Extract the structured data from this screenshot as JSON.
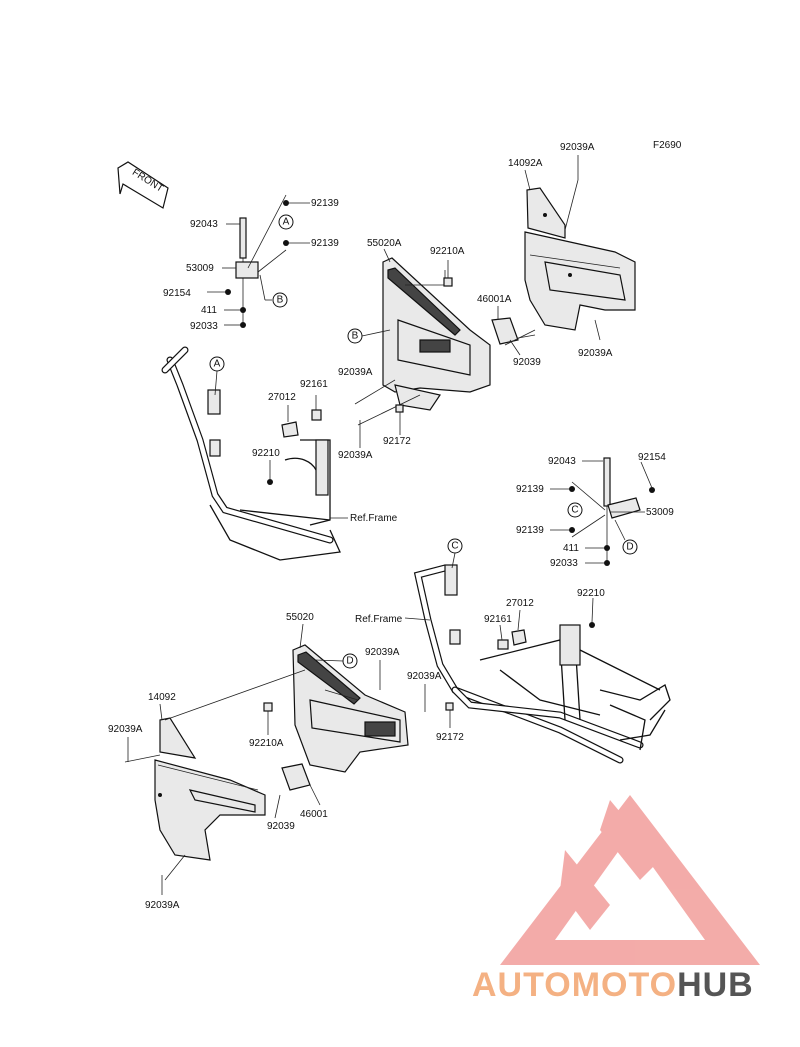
{
  "figure_code": "F2690",
  "front_label": "FRONT",
  "ref_frame_label": "Ref.Frame",
  "callouts": [
    "A",
    "B",
    "C",
    "D"
  ],
  "labels": {
    "p92139_a": "92139",
    "p92043_a": "92043",
    "p92139_b": "92139",
    "p53009_a": "53009",
    "p92154_a": "92154",
    "p411_a": "411",
    "p92033_a": "92033",
    "p55020A": "55020A",
    "p92210A_a": "92210A",
    "p46001A": "46001A",
    "p92039_a": "92039",
    "p92039A_mid": "92039A",
    "p92039A_low": "92039A",
    "p92172_a": "92172",
    "p92161_a": "92161",
    "p27012_a": "27012",
    "p92210_a": "92210",
    "p92039A_top": "92039A",
    "p14092A": "14092A",
    "p92039A_r": "92039A",
    "p92043_b": "92043",
    "p92154_b": "92154",
    "p92139_c": "92139",
    "p53009_b": "53009",
    "p92139_d": "92139",
    "p411_b": "411",
    "p92033_b": "92033",
    "p27012_b": "27012",
    "p92210_b": "92210",
    "p92161_b": "92161",
    "p55020": "55020",
    "p92039A_b1": "92039A",
    "p92039A_b2": "92039A",
    "p14092": "14092",
    "p92039A_l": "92039A",
    "p92210A_b": "92210A",
    "p92172_b": "92172",
    "p92039_b": "92039",
    "p46001": "46001",
    "p92039A_bot": "92039A"
  },
  "watermark": {
    "text_part1": "AUTOMOTO",
    "text_part2": "HUB",
    "color_light": "#f4b183",
    "color_red": "#f08080",
    "color_dark": "#555555"
  }
}
